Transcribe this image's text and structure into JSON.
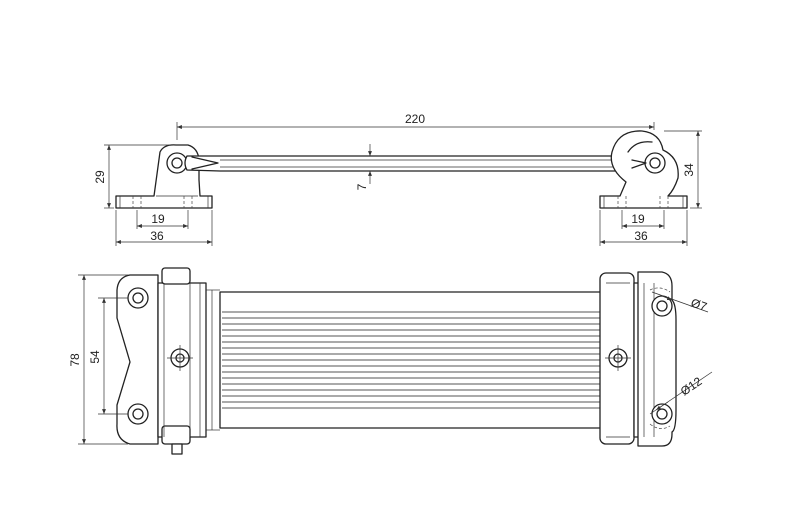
{
  "dimensions": {
    "overall_length": "220",
    "bracket_height": "29",
    "rod_thickness": "7",
    "hook_height": "34",
    "hole_spacing_left": "19",
    "base_width_left": "36",
    "hole_spacing_right": "19",
    "base_width_right": "36",
    "overall_width": "78",
    "hole_pitch": "54",
    "pin_diameter": "Ø7",
    "hook_diameter": "Ø12"
  },
  "colors": {
    "line": "#222222",
    "background": "#ffffff"
  }
}
